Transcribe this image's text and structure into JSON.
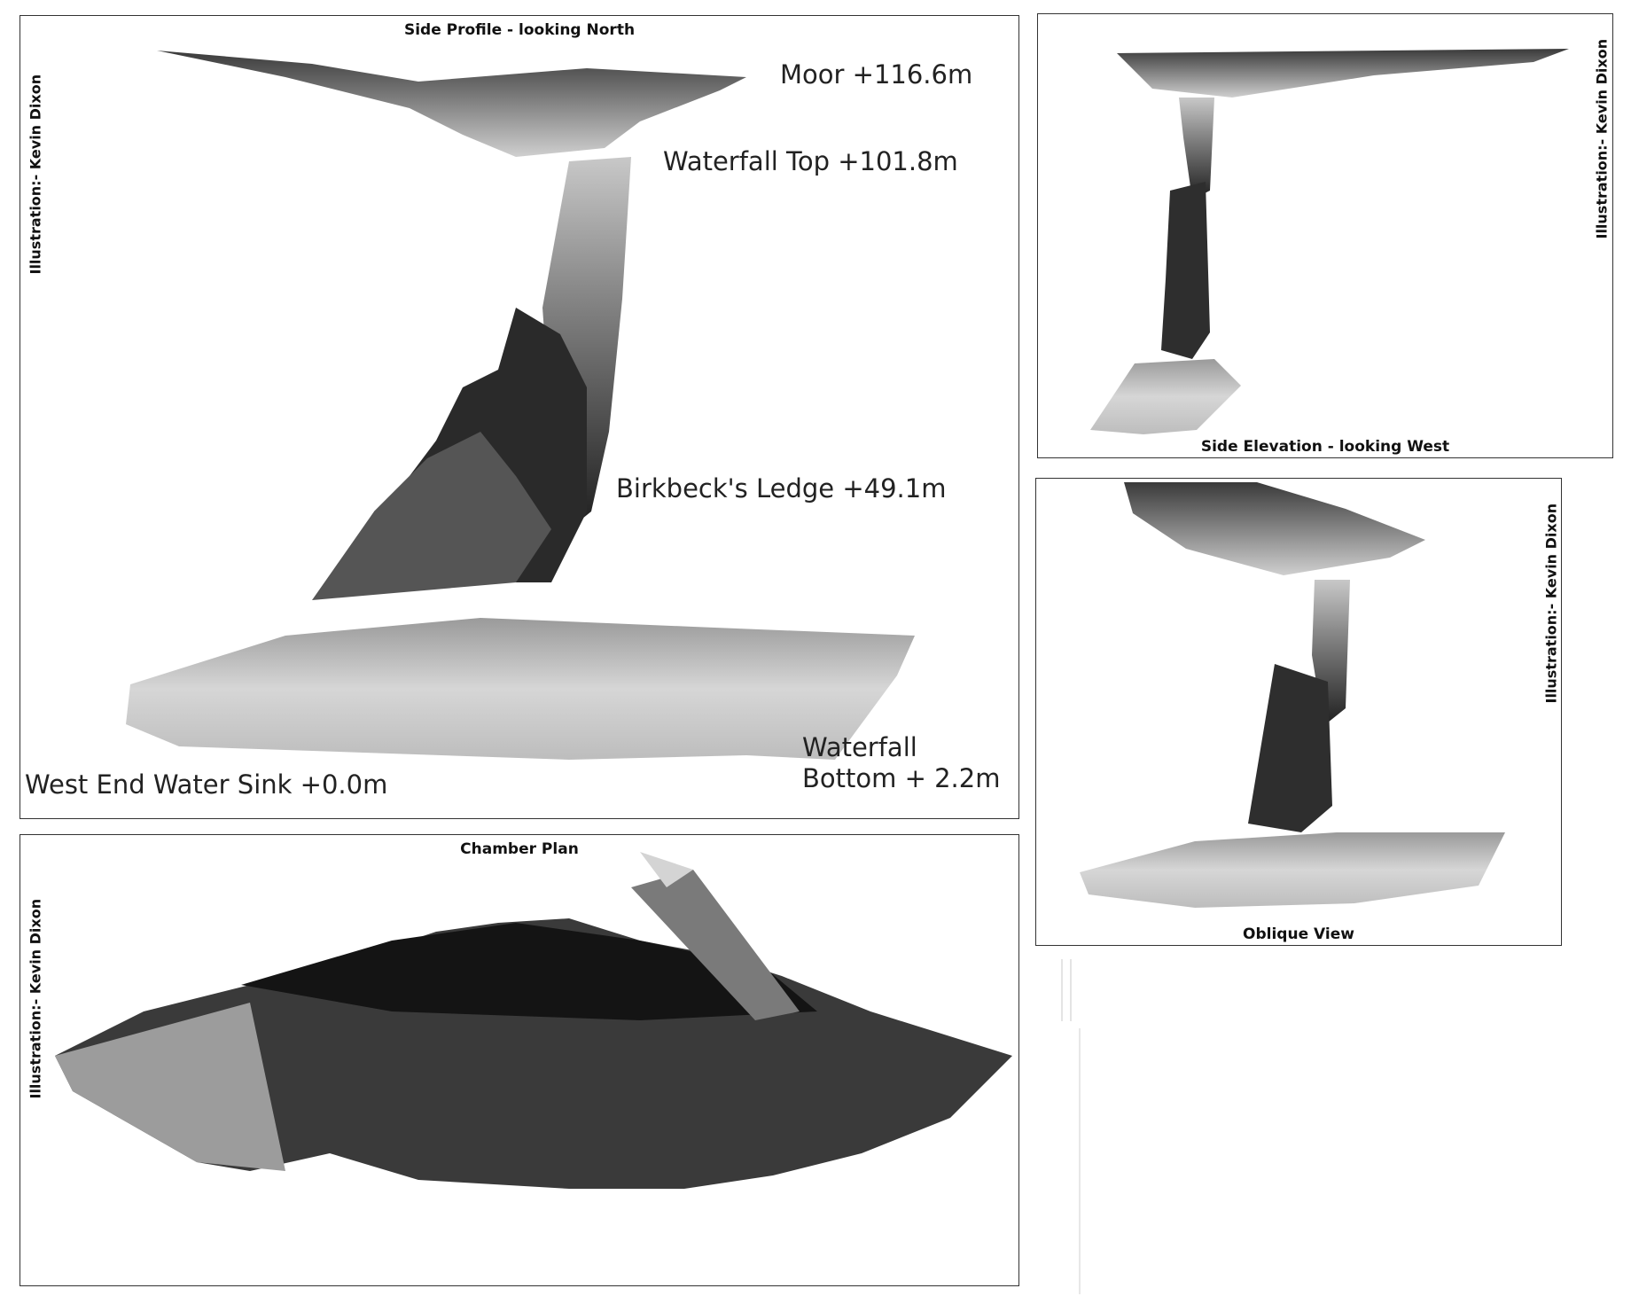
{
  "panels": {
    "side_profile": {
      "title": "Side Profile - looking North",
      "credit": "Illustration:- Kevin Dixon",
      "labels": {
        "moor": "Moor  +116.6m",
        "waterfall_top": "Waterfall Top  +101.8m",
        "birkbecks_ledge": "Birkbeck's Ledge  +49.1m",
        "waterfall_bottom_line1": "Waterfall",
        "waterfall_bottom_line2": "Bottom  + 2.2m",
        "west_end": "West End Water Sink  +0.0m"
      }
    },
    "side_elevation": {
      "title": "Side Elevation - looking West",
      "credit": "Illustration:- Kevin Dixon"
    },
    "oblique": {
      "title": "Oblique View",
      "credit": "Illustration:- Kevin Dixon"
    },
    "chamber_plan": {
      "title": "Chamber Plan",
      "credit": "Illustration:- Kevin Dixon"
    }
  }
}
